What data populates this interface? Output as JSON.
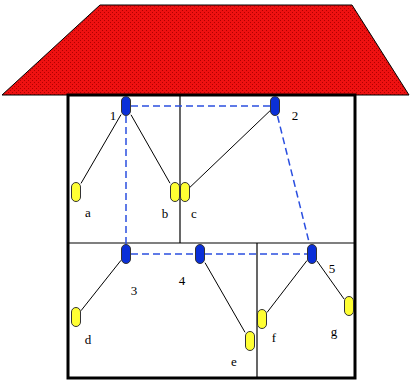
{
  "diagram": {
    "nodes": [
      {
        "text": [
          "1"
        ]
      },
      {
        "text": [
          "2"
        ]
      },
      {
        "text": [
          "3"
        ]
      },
      {
        "text": [
          "4"
        ]
      },
      {
        "text": [
          "5"
        ]
      },
      {
        "text": [
          "a"
        ]
      },
      {
        "text": [
          "b"
        ]
      },
      {
        "text": [
          "c"
        ]
      },
      {
        "text": [
          "d"
        ]
      },
      {
        "text": [
          "e"
        ]
      },
      {
        "text": [
          "f"
        ]
      },
      {
        "text": [
          "g"
        ]
      }
    ],
    "edges": [
      {
        "from": 0,
        "to": 1,
        "arrow": "none"
      },
      {
        "from": 0,
        "to": 2,
        "arrow": "none"
      },
      {
        "from": 1,
        "to": 4,
        "arrow": "none"
      },
      {
        "from": 2,
        "to": 3,
        "arrow": "none"
      },
      {
        "from": 3,
        "to": 4,
        "arrow": "none"
      },
      {
        "from": 0,
        "to": 5,
        "arrow": "none"
      },
      {
        "from": 0,
        "to": 6,
        "arrow": "none"
      },
      {
        "from": 1,
        "to": 7,
        "arrow": "none"
      },
      {
        "from": 2,
        "to": 8,
        "arrow": "none"
      },
      {
        "from": 3,
        "to": 9,
        "arrow": "none"
      },
      {
        "from": 4,
        "to": 10,
        "arrow": "none"
      },
      {
        "from": 4,
        "to": 11,
        "arrow": "none"
      }
    ]
  }
}
